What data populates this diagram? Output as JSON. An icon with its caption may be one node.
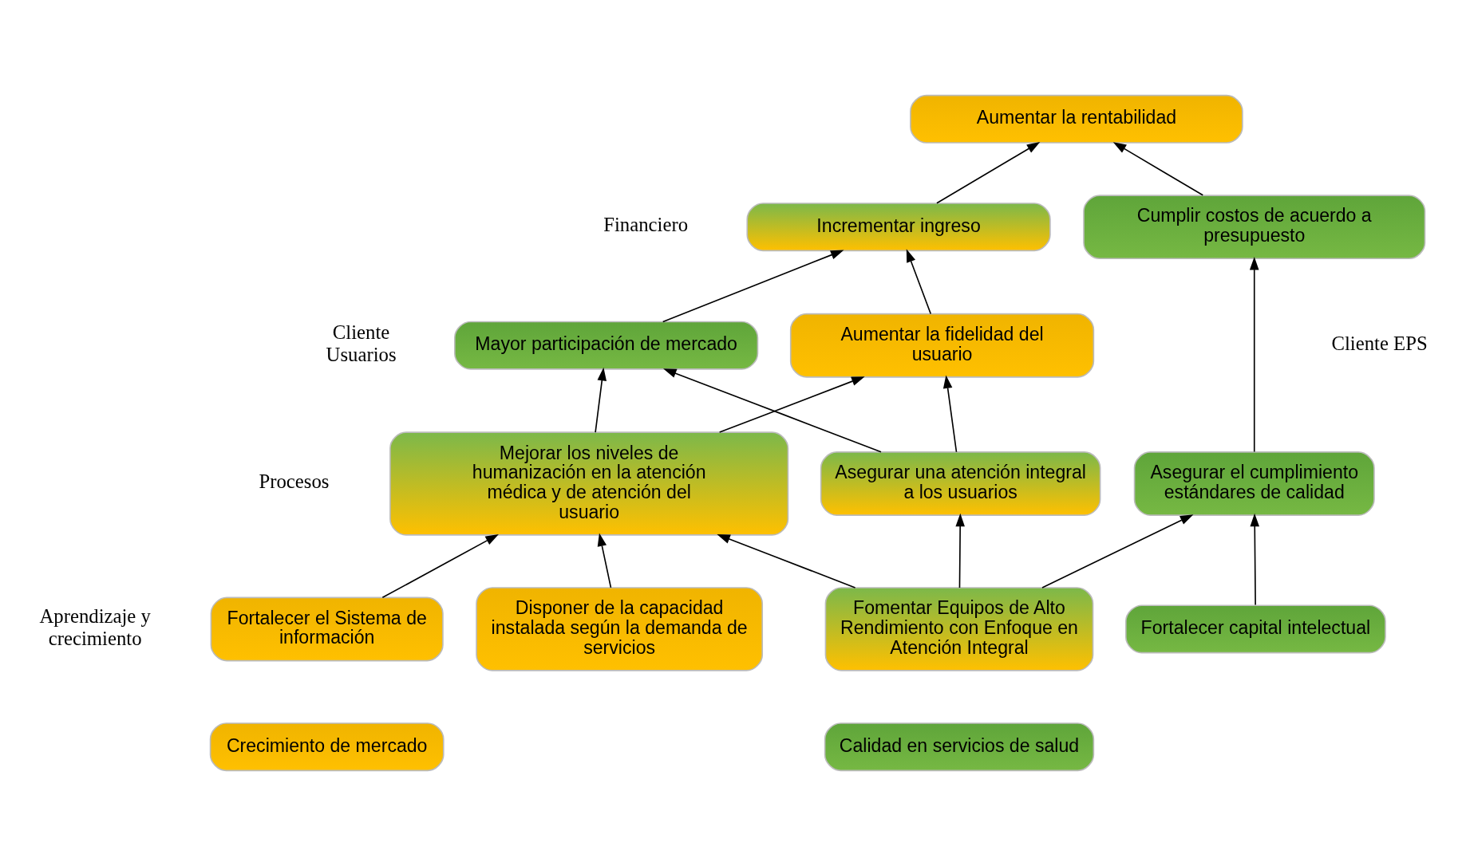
{
  "diagram": {
    "nodes": [
      {
        "text": [
          "Aumentar la rentabilidad"
        ]
      },
      {
        "text": [
          "Incrementar ingreso"
        ]
      },
      {
        "text": [
          "Cumplir costos de acuerdo a presupuesto"
        ]
      },
      {
        "text": [
          "Aumentar la fidelidad del usuario"
        ]
      },
      {
        "text": [
          "Mayor participación de mercado"
        ]
      },
      {
        "text": [
          "Mejorar los niveles de humanización en la atención médica y de atención del usuario"
        ]
      },
      {
        "text": [
          "Asegurar una atención integral a los usuarios"
        ]
      },
      {
        "text": [
          "Asegurar el cumplimiento estándares de calidad"
        ]
      },
      {
        "text": [
          "Fortalecer el Sistema de información"
        ]
      },
      {
        "text": [
          "Disponer de la capacidad instalada según la demanda de servicios"
        ]
      },
      {
        "text": [
          "Fomentar Equipos de Alto Rendimiento con Enfoque en Atención Integral"
        ]
      },
      {
        "text": [
          "Fortalecer capital intelectual"
        ]
      },
      {
        "text": [
          "Crecimiento de mercado"
        ]
      },
      {
        "text": [
          "Calidad en servicios de salud"
        ]
      }
    ],
    "edges": [
      {
        "from": 1,
        "to": 0,
        "arrow": "to"
      },
      {
        "from": 2,
        "to": 0,
        "arrow": "to"
      },
      {
        "from": 3,
        "to": 1,
        "arrow": "to"
      },
      {
        "from": 4,
        "to": 1,
        "arrow": "to"
      },
      {
        "from": 5,
        "to": 3,
        "arrow": "to"
      },
      {
        "from": 5,
        "to": 4,
        "arrow": "to"
      },
      {
        "from": 6,
        "to": 3,
        "arrow": "to"
      },
      {
        "from": 6,
        "to": 4,
        "arrow": "to"
      },
      {
        "from": 7,
        "to": 2,
        "arrow": "to"
      },
      {
        "from": 8,
        "to": 5,
        "arrow": "to"
      },
      {
        "from": 9,
        "to": 5,
        "arrow": "to"
      },
      {
        "from": 10,
        "to": 5,
        "arrow": "to"
      },
      {
        "from": 10,
        "to": 6,
        "arrow": "to"
      },
      {
        "from": 10,
        "to": 7,
        "arrow": "to"
      },
      {
        "from": 11,
        "to": 7,
        "arrow": "to"
      }
    ],
    "labels": [
      "Financiero",
      "Cliente Usuarios",
      "Cliente EPS",
      "Procesos",
      "Aprendizaje y crecimiento"
    ]
  }
}
